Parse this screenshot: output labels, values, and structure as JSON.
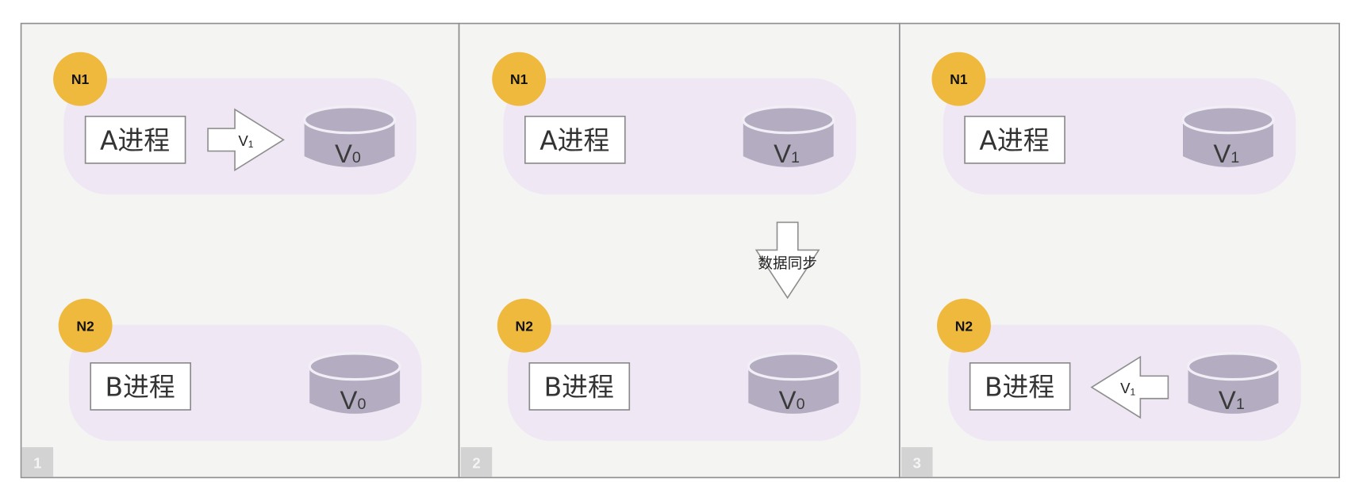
{
  "diagram": {
    "colors": {
      "panel_background": "#f4f4f2",
      "node_background": "#efe8f4",
      "badge": "#efb93e",
      "database": "#b4adc2",
      "step_label_background": "#d3d3d3"
    },
    "panels": [
      {
        "step": "1",
        "nodes": [
          {
            "badge": "N1",
            "process": "A进程",
            "db_value": "V",
            "db_sub": "0",
            "arrow": {
              "direction": "right",
              "label": "V",
              "label_sub": "1"
            }
          },
          {
            "badge": "N2",
            "process": "B进程",
            "db_value": "V",
            "db_sub": "0",
            "arrow": null
          }
        ]
      },
      {
        "step": "2",
        "sync_arrow": {
          "direction": "down",
          "label": "数据同步"
        },
        "nodes": [
          {
            "badge": "N1",
            "process": "A进程",
            "db_value": "V",
            "db_sub": "1",
            "arrow": null
          },
          {
            "badge": "N2",
            "process": "B进程",
            "db_value": "V",
            "db_sub": "0",
            "arrow": null
          }
        ]
      },
      {
        "step": "3",
        "nodes": [
          {
            "badge": "N1",
            "process": "A进程",
            "db_value": "V",
            "db_sub": "1",
            "arrow": null
          },
          {
            "badge": "N2",
            "process": "B进程",
            "db_value": "V",
            "db_sub": "1",
            "arrow": {
              "direction": "left",
              "label": "V",
              "label_sub": "1"
            }
          }
        ]
      }
    ]
  }
}
